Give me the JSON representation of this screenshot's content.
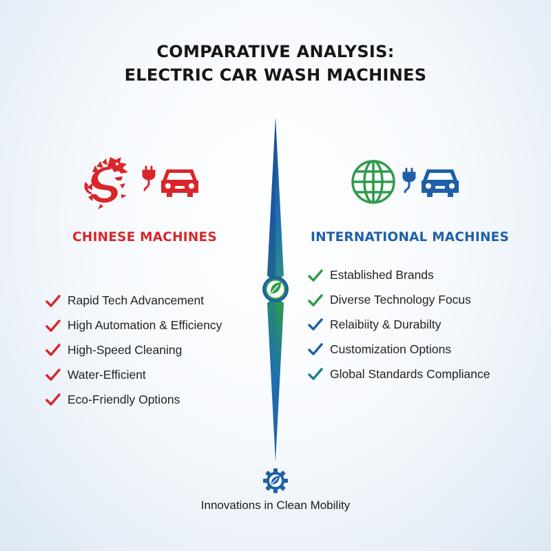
{
  "title": {
    "line1": "COMPARATIVE ANALYSIS:",
    "line2": "ELECTRIC CAR WASH MACHINES"
  },
  "left": {
    "heading": "CHINESE MACHINES",
    "color": "#d9262b",
    "icons": [
      "dragon-icon",
      "ev-plug-icon",
      "car-icon"
    ],
    "items": [
      "Rapid Tech Advancement",
      "High Automation & Efficiency",
      "High-Speed Cleaning",
      "Water-Efficient",
      "Eco-Friendly Options"
    ]
  },
  "right": {
    "heading": "INTERNATIONAL MACHINES",
    "color": "#1f5fa8",
    "icons": [
      "globe-icon",
      "ev-plug-icon",
      "car-icon"
    ],
    "items": [
      "Established Brands",
      "Diverse Technology Focus",
      "Relaibiity & Durabilty",
      "Customization Options",
      "Global Standards Compliance"
    ],
    "check_colors": [
      "#2e9b4a",
      "#2e9b4a",
      "#1f5fa8",
      "#1f5fa8",
      "#1f7f8a"
    ]
  },
  "center": {
    "icon": "leaf-icon",
    "colors": [
      "#1f5fa8",
      "#2e9b4a"
    ]
  },
  "footer": {
    "icon": "gear-leaf-icon",
    "text": "Innovations in Clean Mobility"
  }
}
